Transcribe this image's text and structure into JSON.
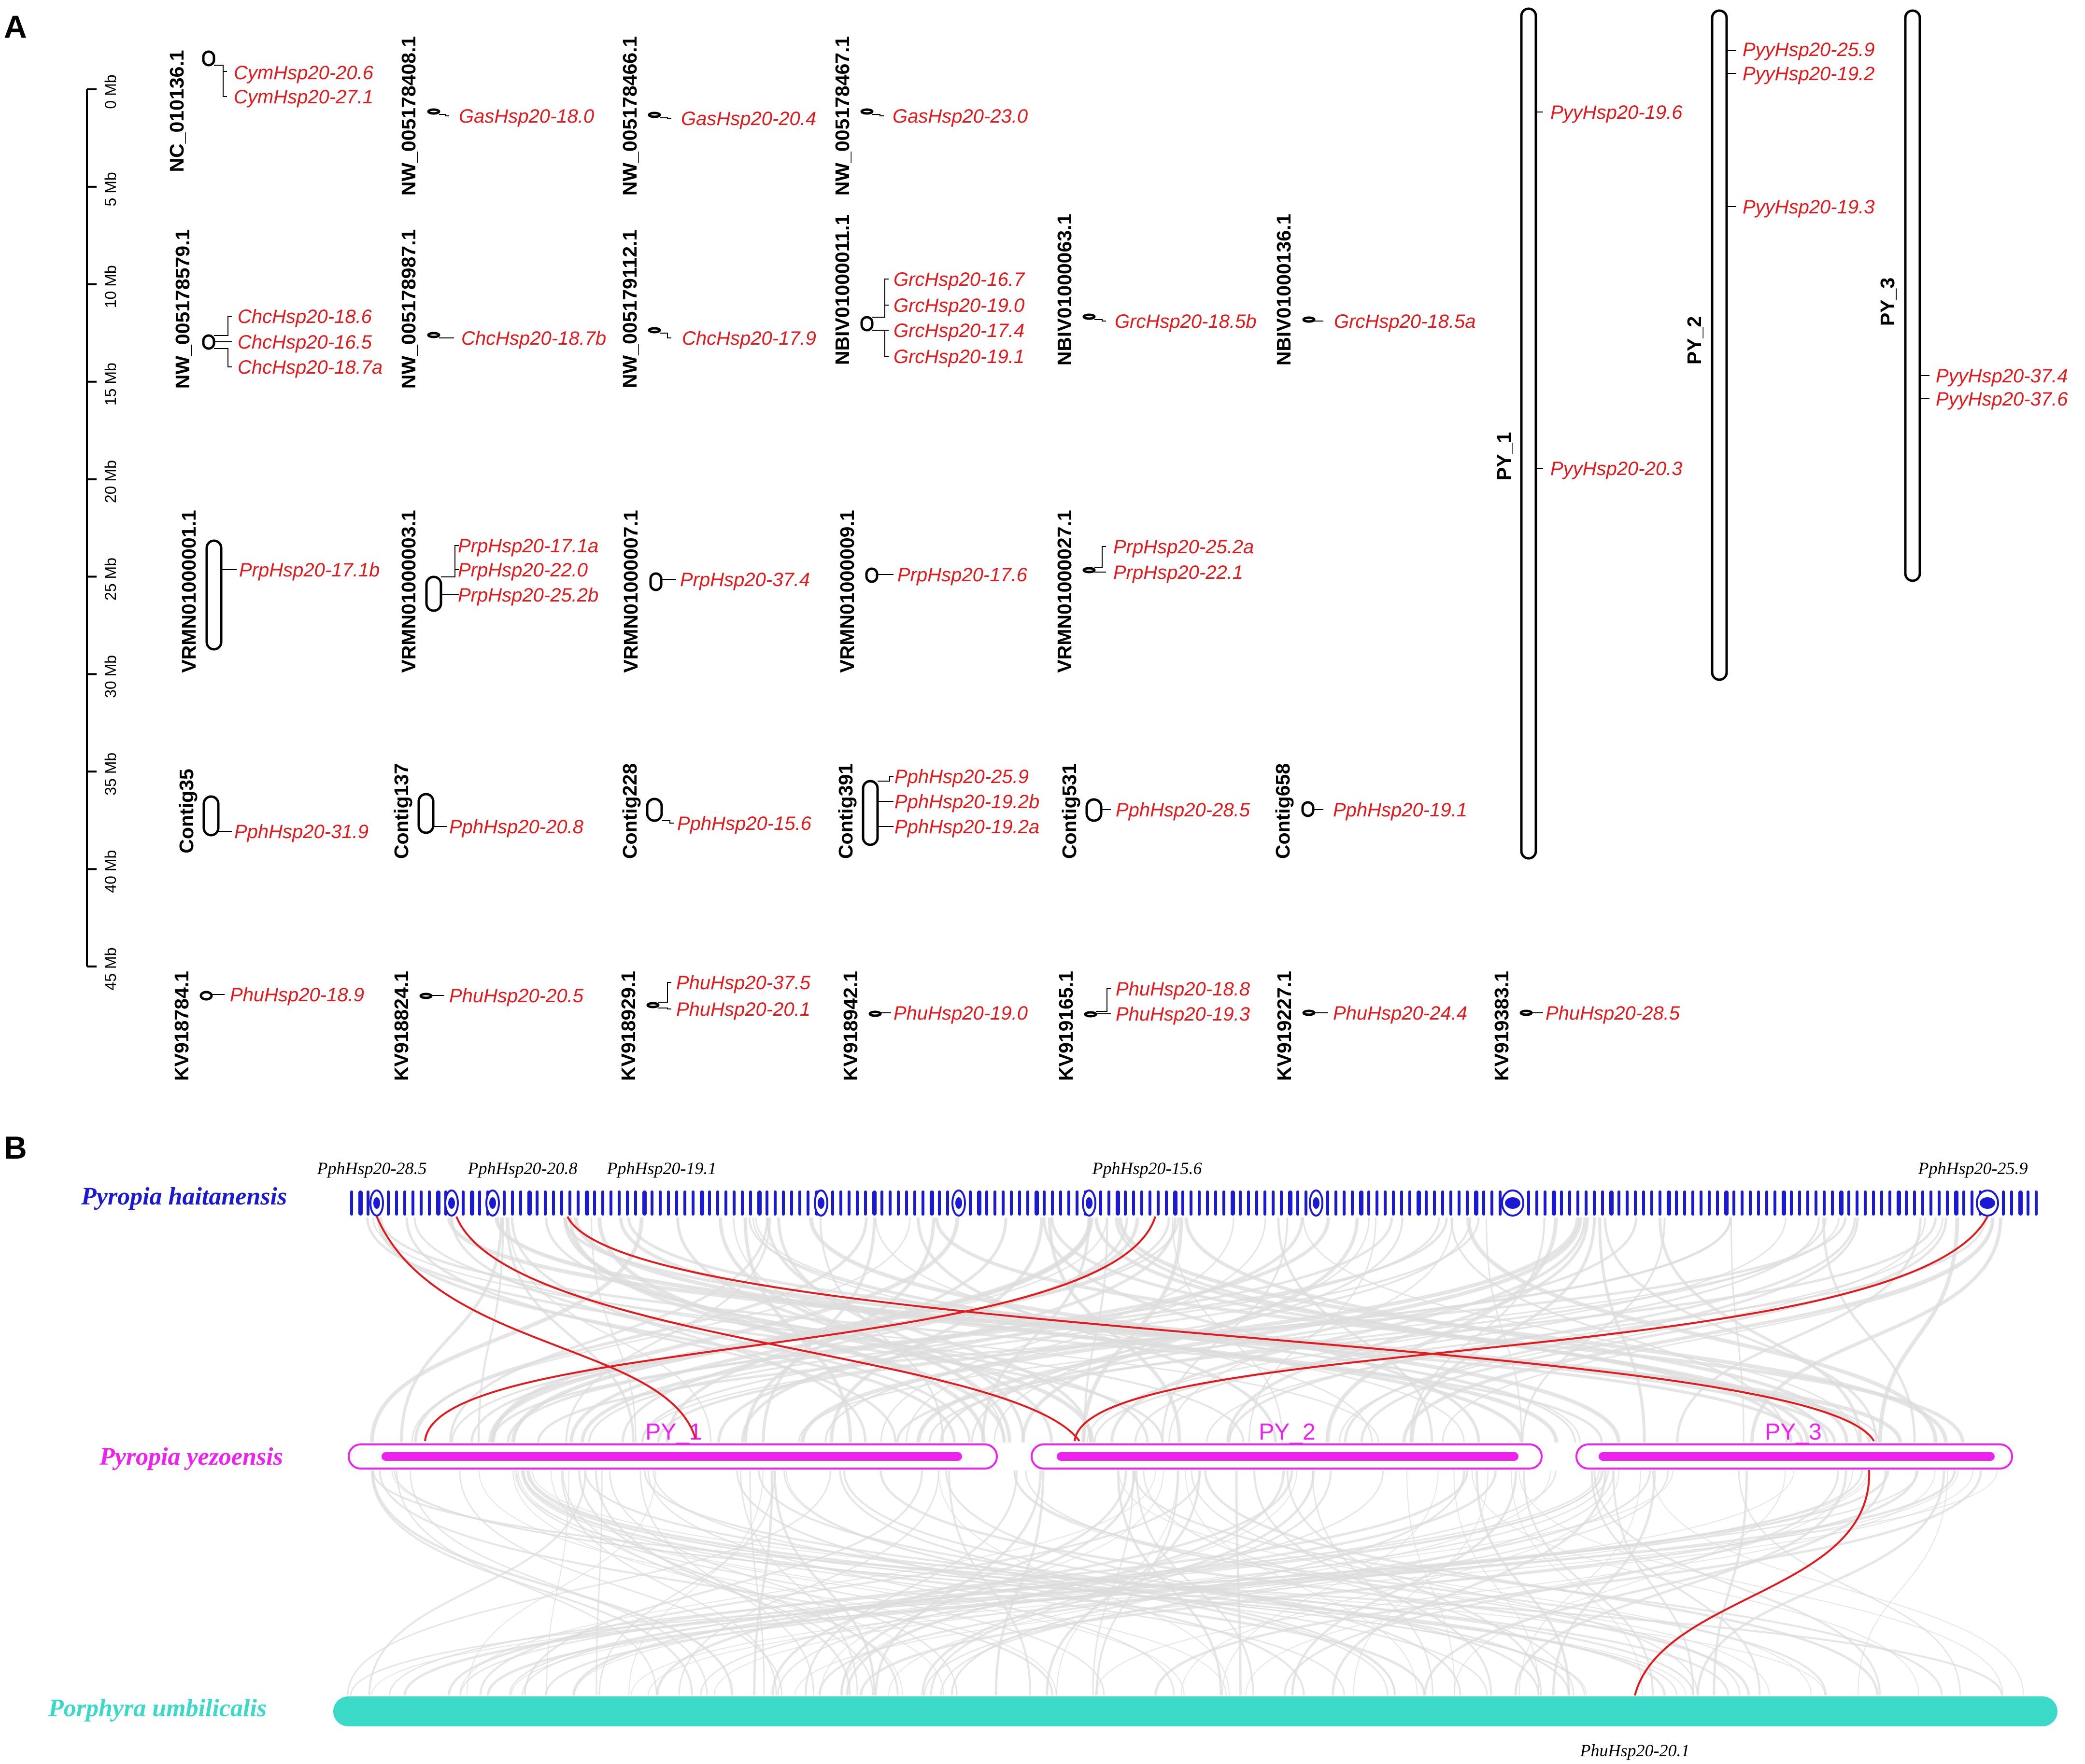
{
  "panel_a": {
    "label": "A",
    "scale": {
      "ticks": [
        "0 Mb",
        "5 Mb",
        "10 Mb",
        "15 Mb",
        "20 Mb",
        "25 Mb",
        "30 Mb",
        "35 Mb",
        "40 Mb",
        "45 Mb"
      ]
    },
    "chromosomes": [
      {
        "name": "NC_010136.1",
        "genes": [
          "CymHsp20-20.6",
          "CymHsp20-27.1"
        ]
      },
      {
        "name": "NW_005178408.1",
        "genes": [
          "GasHsp20-18.0"
        ]
      },
      {
        "name": "NW_005178466.1",
        "genes": [
          "GasHsp20-20.4"
        ]
      },
      {
        "name": "NW_005178467.1",
        "genes": [
          "GasHsp20-23.0"
        ]
      },
      {
        "name": "NW_005178579.1",
        "genes": [
          "ChcHsp20-18.6",
          "ChcHsp20-16.5",
          "ChcHsp20-18.7a"
        ]
      },
      {
        "name": "NW_005178987.1",
        "genes": [
          "ChcHsp20-18.7b"
        ]
      },
      {
        "name": "NW_005179112.1",
        "genes": [
          "ChcHsp20-17.9"
        ]
      },
      {
        "name": "NBIV01000011.1",
        "genes": [
          "GrcHsp20-16.7",
          "GrcHsp20-19.0",
          "GrcHsp20-17.4",
          "GrcHsp20-19.1"
        ]
      },
      {
        "name": "NBIV01000063.1",
        "genes": [
          "GrcHsp20-18.5b"
        ]
      },
      {
        "name": "NBIV01000136.1",
        "genes": [
          "GrcHsp20-18.5a"
        ]
      },
      {
        "name": "VRMN01000001.1",
        "genes": [
          "PrpHsp20-17.1b"
        ]
      },
      {
        "name": "VRMN01000003.1",
        "genes": [
          "PrpHsp20-17.1a",
          "PrpHsp20-22.0",
          "PrpHsp20-25.2b"
        ]
      },
      {
        "name": "VRMN01000007.1",
        "genes": [
          "PrpHsp20-37.4"
        ]
      },
      {
        "name": "VRMN01000009.1",
        "genes": [
          "PrpHsp20-17.6"
        ]
      },
      {
        "name": "VRMN01000027.1",
        "genes": [
          "PrpHsp20-25.2a",
          "PrpHsp20-22.1"
        ]
      },
      {
        "name": "Contig35",
        "genes": [
          "PphHsp20-31.9"
        ]
      },
      {
        "name": "Contig137",
        "genes": [
          "PphHsp20-20.8"
        ]
      },
      {
        "name": "Contig228",
        "genes": [
          "PphHsp20-15.6"
        ]
      },
      {
        "name": "Contig391",
        "genes": [
          "PphHsp20-25.9",
          "PphHsp20-19.2b",
          "PphHsp20-19.2a"
        ]
      },
      {
        "name": "Contig531",
        "genes": [
          "PphHsp20-28.5"
        ]
      },
      {
        "name": "Contig658",
        "genes": [
          "PphHsp20-19.1"
        ]
      },
      {
        "name": "KV918784.1",
        "genes": [
          "PhuHsp20-18.9"
        ]
      },
      {
        "name": "KV918824.1",
        "genes": [
          "PhuHsp20-20.5"
        ]
      },
      {
        "name": "KV918929.1",
        "genes": [
          "PhuHsp20-37.5",
          "PhuHsp20-20.1"
        ]
      },
      {
        "name": "KV918942.1",
        "genes": [
          "PhuHsp20-19.0"
        ]
      },
      {
        "name": "KV919165.1",
        "genes": [
          "PhuHsp20-18.8",
          "PhuHsp20-19.3"
        ]
      },
      {
        "name": "KV919227.1",
        "genes": [
          "PhuHsp20-24.4"
        ]
      },
      {
        "name": "KV919383.1",
        "genes": [
          "PhuHsp20-28.5"
        ]
      },
      {
        "name": "PY_1",
        "genes": [
          "PyyHsp20-19.6",
          "PyyHsp20-20.3"
        ]
      },
      {
        "name": "PY_2",
        "genes": [
          "PyyHsp20-25.9",
          "PyyHsp20-19.2",
          "PyyHsp20-19.3"
        ]
      },
      {
        "name": "PY_3",
        "genes": [
          "PyyHsp20-37.4",
          "PyyHsp20-37.6"
        ]
      }
    ]
  },
  "panel_b": {
    "label": "B",
    "species": {
      "haitanensis": "Pyropia haitanensis",
      "yezoensis": "Pyropia yezoensis",
      "umbilicalis": "Porphyra umbilicalis"
    },
    "top_genes": [
      "PphHsp20-28.5",
      "PphHsp20-20.8",
      "PphHsp20-19.1",
      "PphHsp20-15.6",
      "PphHsp20-25.9"
    ],
    "bottom_gene": "PhuHsp20-20.1",
    "py_names": [
      "PY_1",
      "PY_2",
      "PY_3"
    ],
    "colors": {
      "haitanensis": "#1a1ad6",
      "yezoensis": "#ee22ee",
      "umbilicalis": "#3ad9c8",
      "link": "#e31a1c",
      "background_link": "#dcdcdc",
      "gene_label": "#e31a1c"
    }
  }
}
